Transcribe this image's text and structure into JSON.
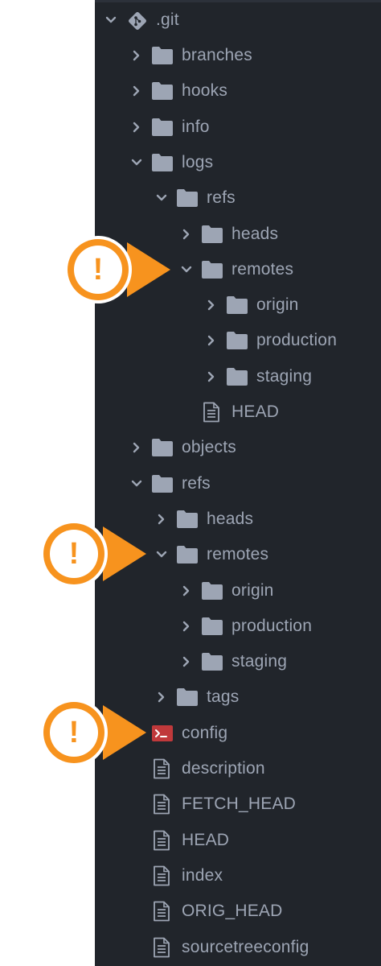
{
  "tree": {
    "root": {
      "label": ".git",
      "icon": "git-repo-icon",
      "expanded": true
    },
    "rows": [
      {
        "label": "branches",
        "type": "folder",
        "expanded": false
      },
      {
        "label": "hooks",
        "type": "folder",
        "expanded": false
      },
      {
        "label": "info",
        "type": "folder",
        "expanded": false
      },
      {
        "label": "logs",
        "type": "folder",
        "expanded": true
      },
      {
        "label": "refs",
        "type": "folder",
        "expanded": true
      },
      {
        "label": "heads",
        "type": "folder",
        "expanded": false
      },
      {
        "label": "remotes",
        "type": "folder",
        "expanded": true
      },
      {
        "label": "origin",
        "type": "folder",
        "expanded": false
      },
      {
        "label": "production",
        "type": "folder",
        "expanded": false
      },
      {
        "label": "staging",
        "type": "folder",
        "expanded": false
      },
      {
        "label": "HEAD",
        "type": "file"
      },
      {
        "label": "objects",
        "type": "folder",
        "expanded": false
      },
      {
        "label": "refs",
        "type": "folder",
        "expanded": true
      },
      {
        "label": "heads",
        "type": "folder",
        "expanded": false
      },
      {
        "label": "remotes",
        "type": "folder",
        "expanded": true
      },
      {
        "label": "origin",
        "type": "folder",
        "expanded": false
      },
      {
        "label": "production",
        "type": "folder",
        "expanded": false
      },
      {
        "label": "staging",
        "type": "folder",
        "expanded": false
      },
      {
        "label": "tags",
        "type": "folder",
        "expanded": false
      },
      {
        "label": "config",
        "type": "config-file"
      },
      {
        "label": "description",
        "type": "file"
      },
      {
        "label": "FETCH_HEAD",
        "type": "file"
      },
      {
        "label": "HEAD",
        "type": "file"
      },
      {
        "label": "index",
        "type": "file"
      },
      {
        "label": "ORIG_HEAD",
        "type": "file"
      },
      {
        "label": "sourcetreeconfig",
        "type": "file"
      }
    ]
  },
  "callouts": [
    {
      "icon": "exclamation-icon",
      "symbol": "!"
    },
    {
      "icon": "exclamation-icon",
      "symbol": "!"
    },
    {
      "icon": "exclamation-icon",
      "symbol": "!"
    }
  ],
  "colors": {
    "panel_bg": "#21252b",
    "text": "#9da5b4",
    "folder_icon": "#9da5b4",
    "chevron": "#9da5b4",
    "callout_orange": "#f7931e",
    "config_icon_red": "#c0393b"
  }
}
